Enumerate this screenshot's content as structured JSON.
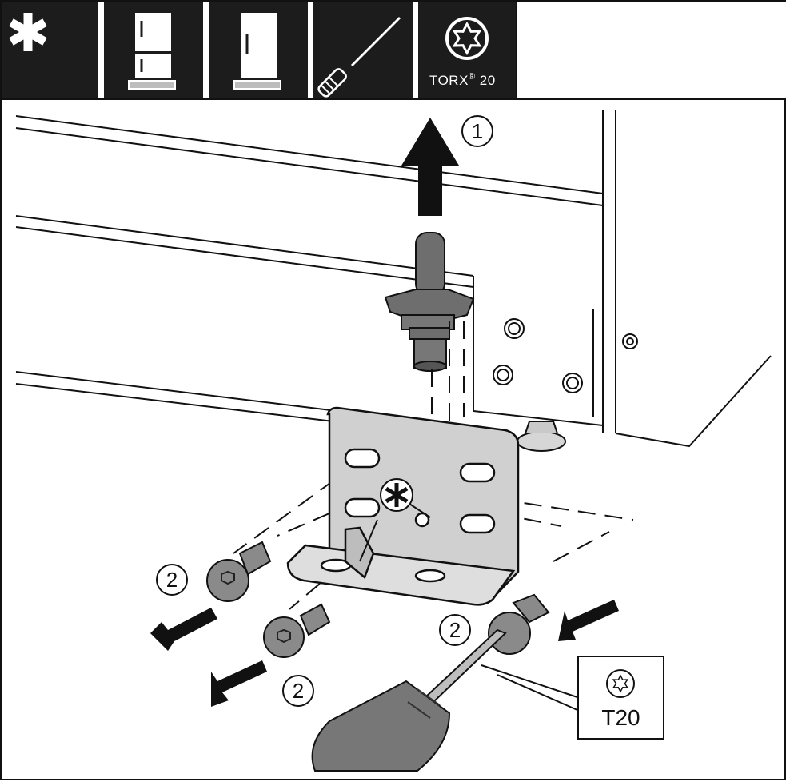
{
  "header": {
    "tiles": [
      {
        "icon": "asterisk-icon"
      },
      {
        "icon": "fridge-freezer-icon"
      },
      {
        "icon": "fridge-icon"
      },
      {
        "icon": "screwdriver-icon"
      },
      {
        "icon": "torx-icon",
        "label": "TORX",
        "registered": "®",
        "size": "20"
      }
    ]
  },
  "callouts": {
    "step1": "1",
    "step2a": "2",
    "step2b": "2",
    "step2c": "2"
  },
  "tool_label": {
    "icon": "torx-icon",
    "text": "T20"
  },
  "colors": {
    "header_bg": "#1c1c1c",
    "part_fill": "#cfcfcf",
    "dark_part": "#6e6e6e",
    "line": "#111111"
  }
}
